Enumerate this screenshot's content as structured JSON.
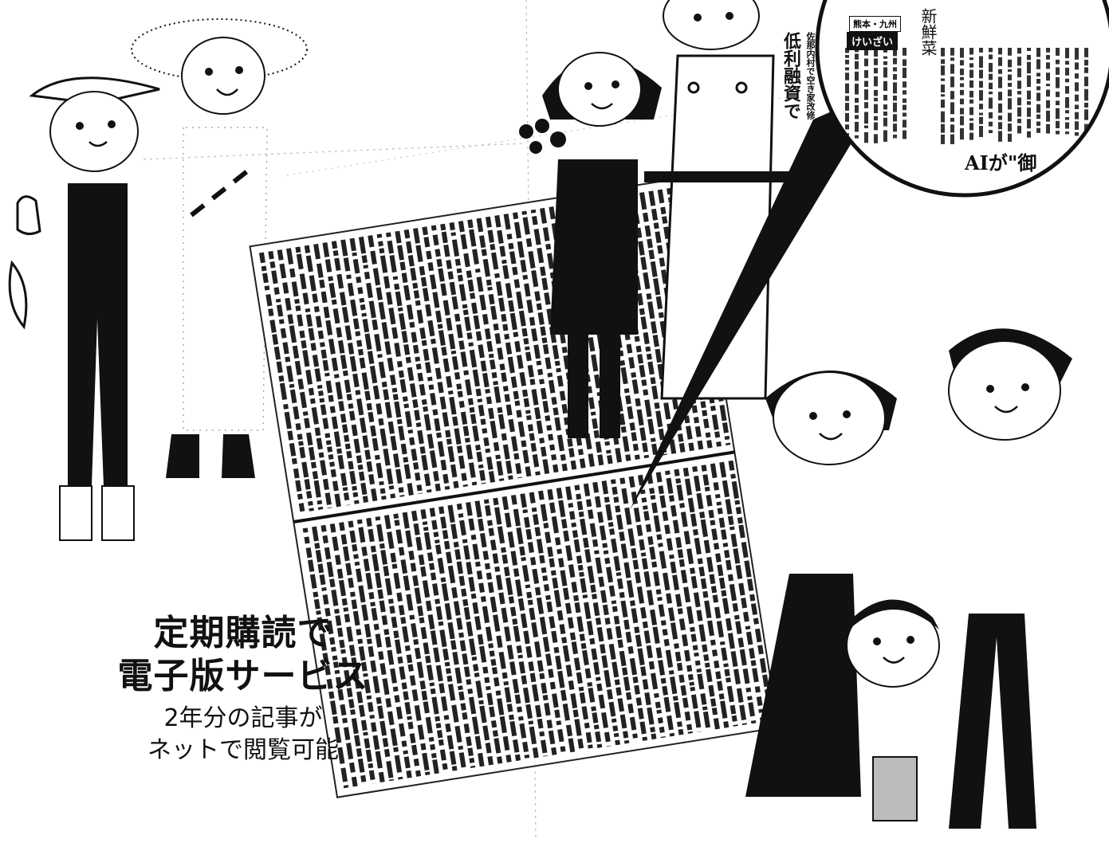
{
  "headline": {
    "line1": "定期購読で",
    "line2": "電子版サービス",
    "sub1": "2年分の記事が",
    "sub2": "ネットで閲覧可能"
  },
  "newspaper_zoom": {
    "region_tag": "熊本・九州",
    "section_tag": "けいざい",
    "vertical_headline_1": "低利融資で",
    "vertical_headline_2": "佐那内村で空き家改修",
    "side_caption": "新鮮菜",
    "bottom_headline": "AIが\"御"
  },
  "icons": {
    "magnifier": "magnifier-lens-icon",
    "newspaper": "newspaper-sheet-icon"
  },
  "colors": {
    "ink": "#111111",
    "paper": "#ffffff",
    "gray": "#9a9a9a"
  }
}
